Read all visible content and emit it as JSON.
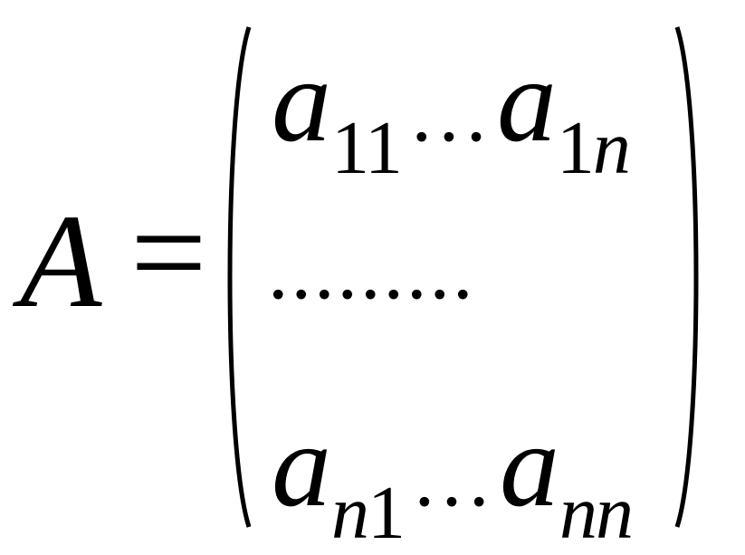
{
  "formula": {
    "lhs": "A",
    "equals": "=",
    "rows": [
      {
        "first_symbol": "a",
        "first_sub_a": "1",
        "first_sub_b": "1",
        "ellipsis": "…",
        "last_symbol": "a",
        "last_sub_a": "1",
        "last_sub_b": "n"
      },
      {
        "dots": "........."
      },
      {
        "first_symbol": "a",
        "first_sub_a": "n",
        "first_sub_b": "1",
        "ellipsis": "…",
        "last_symbol": "a",
        "last_sub_a": "n",
        "last_sub_b": "n"
      }
    ]
  }
}
